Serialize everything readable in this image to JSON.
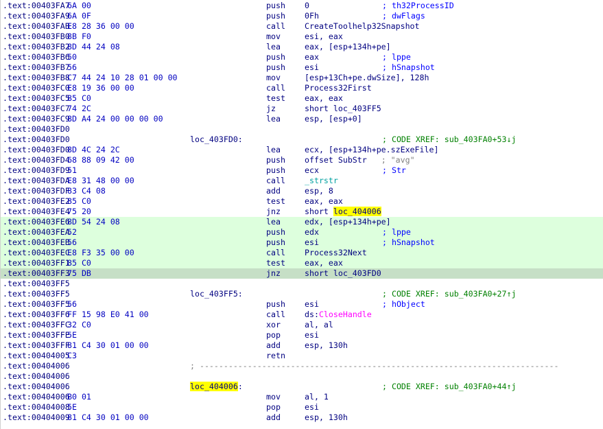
{
  "colors": {
    "address": "#000080",
    "bytes": "#0000c0",
    "comment": "#0000ff",
    "xref": "#008000",
    "import": "#ff00ff",
    "library": "#00a0a0",
    "highlight_block": "#ddffdd",
    "current_line": "#c6dfc6",
    "search_highlight": "#ffff00"
  },
  "lines": [
    {
      "addr": ".text:00403FA7",
      "bytes": "6A 00",
      "mnem": "push",
      "op": "0",
      "cmt": "; th32ProcessID"
    },
    {
      "addr": ".text:00403FA9",
      "bytes": "6A 0F",
      "mnem": "push",
      "op": "0Fh",
      "cmt": "; dwFlags"
    },
    {
      "addr": ".text:00403FAB",
      "bytes": "E8 28 36 00 00",
      "mnem": "call",
      "op": "CreateToolhelp32Snapshot"
    },
    {
      "addr": ".text:00403FB0",
      "bytes": "8B F0",
      "mnem": "mov",
      "op": "esi, eax"
    },
    {
      "addr": ".text:00403FB2",
      "bytes": "8D 44 24 08",
      "mnem": "lea",
      "op": "eax, [esp+134h+pe]"
    },
    {
      "addr": ".text:00403FB6",
      "bytes": "50",
      "mnem": "push",
      "op": "eax",
      "cmt": "; lppe"
    },
    {
      "addr": ".text:00403FB7",
      "bytes": "56",
      "mnem": "push",
      "op": "esi",
      "cmt": "; hSnapshot"
    },
    {
      "addr": ".text:00403FB8",
      "bytes": "C7 44 24 10 28 01 00 00",
      "mnem": "mov",
      "op": "[esp+13Ch+pe.dwSize], 128h"
    },
    {
      "addr": ".text:00403FC0",
      "bytes": "E8 19 36 00 00",
      "mnem": "call",
      "op": "Process32First"
    },
    {
      "addr": ".text:00403FC5",
      "bytes": "85 C0",
      "mnem": "test",
      "op": "eax, eax"
    },
    {
      "addr": ".text:00403FC7",
      "bytes": "74 2C",
      "mnem": "jz",
      "op": "short loc_403FF5"
    },
    {
      "addr": ".text:00403FC9",
      "bytes": "8D A4 24 00 00 00 00",
      "mnem": "lea",
      "op": "esp, [esp+0]"
    },
    {
      "addr": ".text:00403FD0"
    },
    {
      "addr": ".text:00403FD0",
      "label": "loc_403FD0:",
      "cmt": "; CODE XREF: sub_403FA0+53↓j",
      "xref": true
    },
    {
      "addr": ".text:00403FD0",
      "bytes": "8D 4C 24 2C",
      "mnem": "lea",
      "op": "ecx, [esp+134h+pe.szExeFile]"
    },
    {
      "addr": ".text:00403FD4",
      "bytes": "68 88 09 42 00",
      "mnem": "push",
      "op": "offset SubStr",
      "op_s": "; \"avg\""
    },
    {
      "addr": ".text:00403FD9",
      "bytes": "51",
      "mnem": "push",
      "op": "ecx",
      "cmt": "; Str"
    },
    {
      "addr": ".text:00403FDA",
      "bytes": "E8 31 48 00 00",
      "mnem": "call",
      "op_lib": "_strstr"
    },
    {
      "addr": ".text:00403FDF",
      "bytes": "83 C4 08",
      "mnem": "add",
      "op": "esp, 8"
    },
    {
      "addr": ".text:00403FE2",
      "bytes": "85 C0",
      "mnem": "test",
      "op": "eax, eax"
    },
    {
      "addr": ".text:00403FE4",
      "bytes": "75 20",
      "mnem": "jnz",
      "op": "short ",
      "op_hl": "loc_404006"
    },
    {
      "addr": ".text:00403FE6",
      "bytes": "8D 54 24 08",
      "mnem": "lea",
      "op": "edx, [esp+134h+pe]",
      "hl": true
    },
    {
      "addr": ".text:00403FEA",
      "bytes": "52",
      "mnem": "push",
      "op": "edx",
      "cmt": "; lppe",
      "hl": true
    },
    {
      "addr": ".text:00403FEB",
      "bytes": "56",
      "mnem": "push",
      "op": "esi",
      "cmt": "; hSnapshot",
      "hl": true
    },
    {
      "addr": ".text:00403FEC",
      "bytes": "E8 F3 35 00 00",
      "mnem": "call",
      "op": "Process32Next",
      "hl": true
    },
    {
      "addr": ".text:00403FF1",
      "bytes": "85 C0",
      "mnem": "test",
      "op": "eax, eax",
      "hl": true
    },
    {
      "addr": ".text:00403FF3",
      "bytes": "75 DB",
      "mnem": "jnz",
      "op": "short loc_403FD0",
      "cur": true
    },
    {
      "addr": ".text:00403FF5"
    },
    {
      "addr": ".text:00403FF5",
      "label": "loc_403FF5:",
      "cmt": "; CODE XREF: sub_403FA0+27↑j",
      "xref": true
    },
    {
      "addr": ".text:00403FF5",
      "bytes": "56",
      "mnem": "push",
      "op": "esi",
      "cmt": "; hObject"
    },
    {
      "addr": ".text:00403FF6",
      "bytes": "FF 15 98 E0 41 00",
      "mnem": "call",
      "op": "ds:",
      "op_imp": "CloseHandle"
    },
    {
      "addr": ".text:00403FFC",
      "bytes": "32 C0",
      "mnem": "xor",
      "op": "al, al"
    },
    {
      "addr": ".text:00403FFE",
      "bytes": "5E",
      "mnem": "pop",
      "op": "esi"
    },
    {
      "addr": ".text:00403FFF",
      "bytes": "81 C4 30 01 00 00",
      "mnem": "add",
      "op": "esp, 130h"
    },
    {
      "addr": ".text:00404005",
      "bytes": "C3",
      "mnem": "retn"
    },
    {
      "addr": ".text:00404006",
      "sep": "; ---------------------------------------------------------------------------"
    },
    {
      "addr": ".text:00404006"
    },
    {
      "addr": ".text:00404006",
      "label_hl": "loc_404006",
      "label_tail": ":",
      "cmt": "; CODE XREF: sub_403FA0+44↑j",
      "xref": true
    },
    {
      "addr": ".text:00404006",
      "bytes": "B0 01",
      "mnem": "mov",
      "op": "al, 1"
    },
    {
      "addr": ".text:00404008",
      "bytes": "5E",
      "mnem": "pop",
      "op": "esi"
    },
    {
      "addr": ".text:00404009",
      "bytes": "81 C4 30 01 00 00",
      "mnem": "add",
      "op": "esp, 130h"
    }
  ]
}
